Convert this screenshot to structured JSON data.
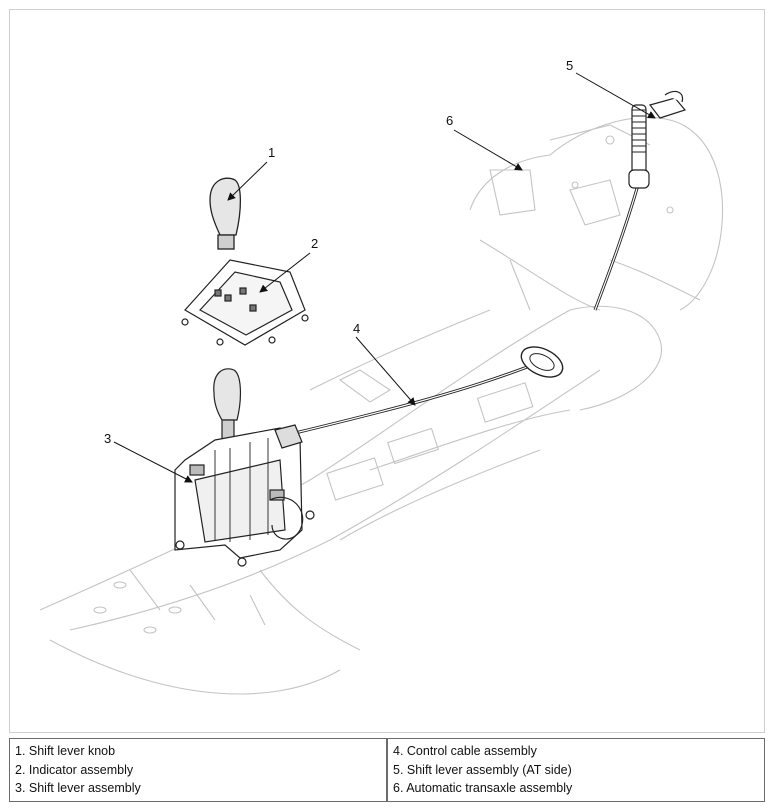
{
  "callouts": [
    "1",
    "2",
    "3",
    "4",
    "5",
    "6"
  ],
  "legend": {
    "left": [
      "1. Shift lever knob",
      "2. Indicator assembly",
      "3. Shift lever assembly"
    ],
    "right": [
      "4. Control cable assembly",
      "5. Shift lever assembly (AT side)",
      "6. Automatic transaxle assembly"
    ]
  }
}
